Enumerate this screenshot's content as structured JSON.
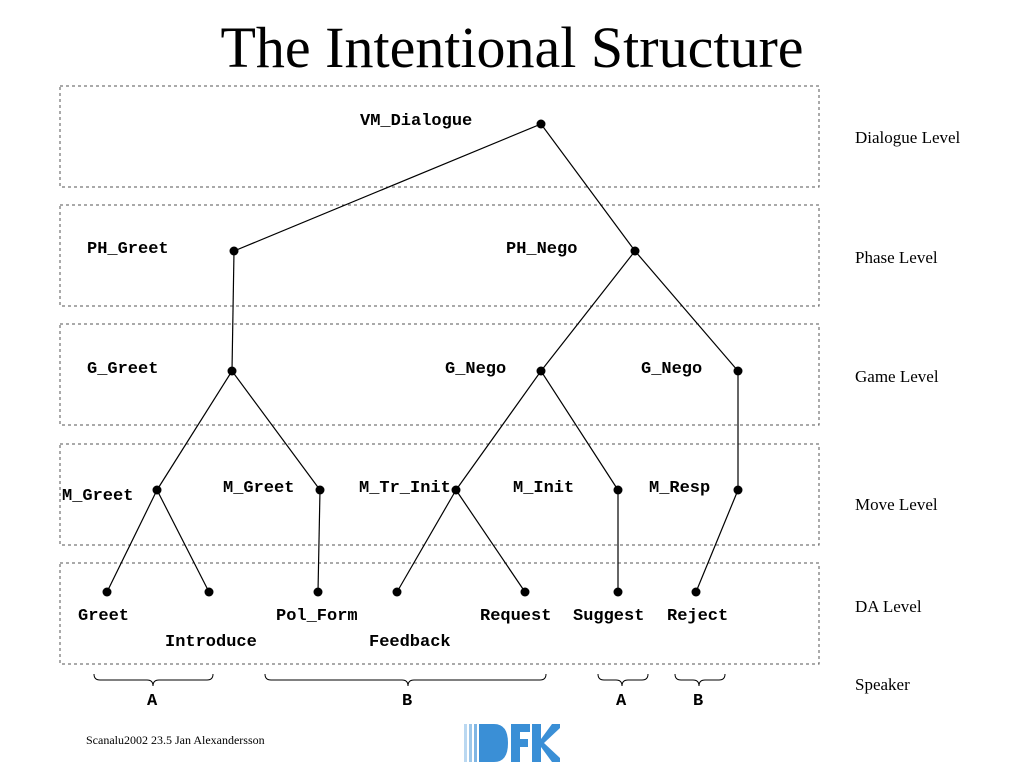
{
  "title": "The Intentional Structure",
  "levels": [
    "Dialogue Level",
    "Phase Level",
    "Game Level",
    "Move Level",
    "DA Level",
    "Speaker"
  ],
  "nodes": {
    "vm_dialogue": "VM_Dialogue",
    "ph_greet": "PH_Greet",
    "ph_nego": "PH_Nego",
    "g_greet": "G_Greet",
    "g_nego_1": "G_Nego",
    "g_nego_2": "G_Nego",
    "m_greet_1": "M_Greet",
    "m_greet_2": "M_Greet",
    "m_tr_init": "M_Tr_Init",
    "m_init": "M_Init",
    "m_resp": "M_Resp",
    "greet": "Greet",
    "introduce": "Introduce",
    "pol_form": "Pol_Form",
    "feedback": "Feedback",
    "request": "Request",
    "suggest": "Suggest",
    "reject": "Reject"
  },
  "speakers": [
    "A",
    "B",
    "A",
    "B"
  ],
  "footer": "Scanalu2002 23.5 Jan Alexandersson",
  "logo": {
    "name": "dfki-logo",
    "color": "#3a8fd6"
  }
}
